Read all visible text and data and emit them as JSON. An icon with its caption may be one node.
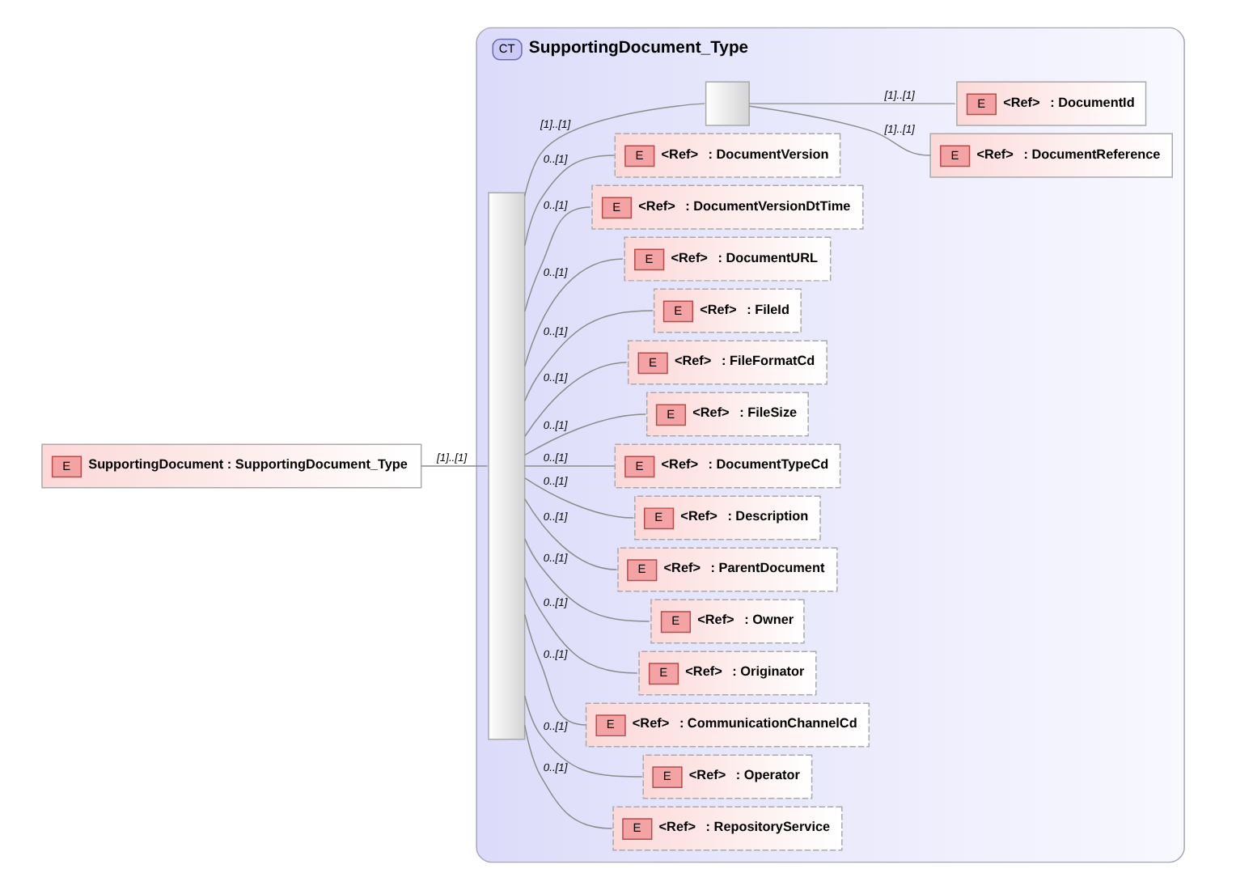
{
  "diagram": {
    "nodes": [
      {
        "text": [
          "E",
          "SupportingDocument : SupportingDocument_Type"
        ]
      },
      {
        "text": [
          "CT",
          "SupportingDocument_Type"
        ]
      },
      {
        "text": [],
        "shape": "bar",
        "in": 1
      },
      {
        "text": [],
        "shape": "box",
        "in": 1
      },
      {
        "text": [
          "E",
          "<Ref>",
          ": DocumentId"
        ],
        "in": 1
      },
      {
        "text": [
          "E",
          "<Ref>",
          ": DocumentReference"
        ],
        "in": 1
      },
      {
        "text": [
          "E",
          "<Ref>",
          ": DocumentVersion"
        ],
        "in": 1
      },
      {
        "text": [
          "E",
          "<Ref>",
          ": DocumentVersionDtTime"
        ],
        "in": 1
      },
      {
        "text": [
          "E",
          "<Ref>",
          ": DocumentURL"
        ],
        "in": 1
      },
      {
        "text": [
          "E",
          "<Ref>",
          ": FileId"
        ],
        "in": 1
      },
      {
        "text": [
          "E",
          "<Ref>",
          ": FileFormatCd"
        ],
        "in": 1
      },
      {
        "text": [
          "E",
          "<Ref>",
          ": FileSize"
        ],
        "in": 1
      },
      {
        "text": [
          "E",
          "<Ref>",
          ": DocumentTypeCd"
        ],
        "in": 1
      },
      {
        "text": [
          "E",
          "<Ref>",
          ": Description"
        ],
        "in": 1
      },
      {
        "text": [
          "E",
          "<Ref>",
          ": ParentDocument"
        ],
        "in": 1
      },
      {
        "text": [
          "E",
          "<Ref>",
          ": Owner"
        ],
        "in": 1
      },
      {
        "text": [
          "E",
          "<Ref>",
          ": Originator"
        ],
        "in": 1
      },
      {
        "text": [
          "E",
          "<Ref>",
          ": CommunicationChannelCd"
        ],
        "in": 1
      },
      {
        "text": [
          "E",
          "<Ref>",
          ": Operator"
        ],
        "in": 1
      },
      {
        "text": [
          "E",
          "<Ref>",
          ": RepositoryService"
        ],
        "in": 1
      }
    ],
    "edges": [
      {
        "from": 0,
        "to": 2,
        "arrow": "none",
        "label": "[1]..[1]"
      },
      {
        "from": 2,
        "to": 3,
        "arrow": "none",
        "label": "[1]..[1]"
      },
      {
        "from": 3,
        "to": 4,
        "arrow": "none",
        "label": "[1]..[1]"
      },
      {
        "from": 3,
        "to": 5,
        "arrow": "none",
        "label": "[1]..[1]"
      },
      {
        "from": 2,
        "to": 6,
        "arrow": "none",
        "label": "0..[1]"
      },
      {
        "from": 2,
        "to": 7,
        "arrow": "none",
        "label": "0..[1]"
      },
      {
        "from": 2,
        "to": 8,
        "arrow": "none",
        "label": "0..[1]"
      },
      {
        "from": 2,
        "to": 9,
        "arrow": "none",
        "label": "0..[1]"
      },
      {
        "from": 2,
        "to": 10,
        "arrow": "none",
        "label": "0..[1]"
      },
      {
        "from": 2,
        "to": 11,
        "arrow": "none",
        "label": "0..[1]"
      },
      {
        "from": 2,
        "to": 12,
        "arrow": "none",
        "label": "0..[1]"
      },
      {
        "from": 2,
        "to": 13,
        "arrow": "none",
        "label": "0..[1]"
      },
      {
        "from": 2,
        "to": 14,
        "arrow": "none",
        "label": "0..[1]"
      },
      {
        "from": 2,
        "to": 15,
        "arrow": "none",
        "label": "0..[1]"
      },
      {
        "from": 2,
        "to": 16,
        "arrow": "none",
        "label": "0..[1]"
      },
      {
        "from": 2,
        "to": 17,
        "arrow": "none",
        "label": "0..[1]"
      },
      {
        "from": 2,
        "to": 18,
        "arrow": "none",
        "label": "0..[1]"
      },
      {
        "from": 2,
        "to": 19,
        "arrow": "none",
        "label": "0..[1]"
      }
    ]
  }
}
